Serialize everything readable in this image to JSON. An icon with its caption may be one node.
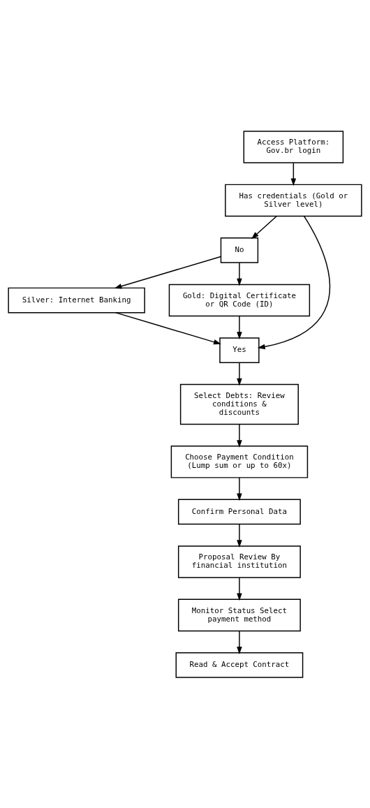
{
  "diagram": {
    "nodes": [
      {
        "text": [
          "Access Platform: Gov.br login"
        ]
      },
      {
        "text": [
          "Has credentials (Gold or Silver level)"
        ]
      },
      {
        "text": [
          "No"
        ]
      },
      {
        "text": [
          "Silver: Internet Banking"
        ]
      },
      {
        "text": [
          "Gold: Digital Certificate or QR Code (ID)"
        ]
      },
      {
        "text": [
          "Yes"
        ]
      },
      {
        "text": [
          "Select Debts: Review conditions & discounts"
        ]
      },
      {
        "text": [
          "Choose Payment Condition (Lump sum or up to 60x)"
        ]
      },
      {
        "text": [
          "Confirm Personal Data"
        ]
      },
      {
        "text": [
          "Proposal Review By financial institution"
        ]
      },
      {
        "text": [
          "Monitor Status Select payment method"
        ]
      },
      {
        "text": [
          "Read & Accept Contract"
        ]
      }
    ],
    "edges": [
      {
        "from": 0,
        "to": 1,
        "arrow": "to"
      },
      {
        "from": 1,
        "to": 5,
        "arrow": "to"
      },
      {
        "from": 1,
        "to": 2,
        "arrow": "to"
      },
      {
        "from": 2,
        "to": 3,
        "arrow": "to"
      },
      {
        "from": 2,
        "to": 4,
        "arrow": "to"
      },
      {
        "from": 3,
        "to": 5,
        "arrow": "to"
      },
      {
        "from": 4,
        "to": 5,
        "arrow": "to"
      },
      {
        "from": 5,
        "to": 6,
        "arrow": "to"
      },
      {
        "from": 6,
        "to": 7,
        "arrow": "to"
      },
      {
        "from": 7,
        "to": 8,
        "arrow": "to"
      },
      {
        "from": 8,
        "to": 9,
        "arrow": "to"
      },
      {
        "from": 9,
        "to": 10,
        "arrow": "to"
      },
      {
        "from": 10,
        "to": 11,
        "arrow": "to"
      }
    ]
  }
}
